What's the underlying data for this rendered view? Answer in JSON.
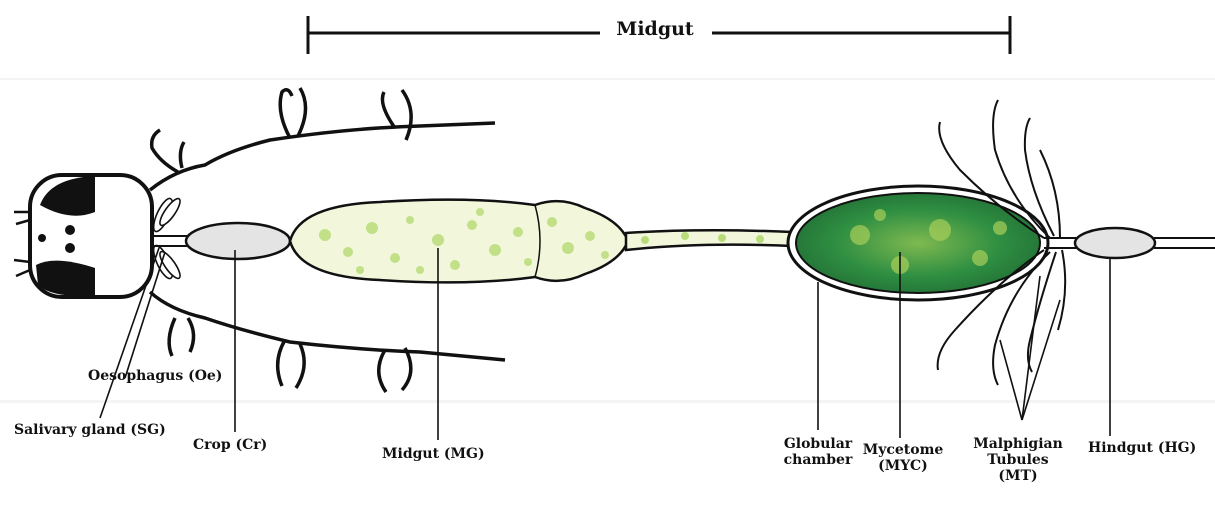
{
  "diagram": {
    "midgut_bracket_label": "Midgut",
    "labels": {
      "oesophagus": "Oesophagus (Oe)",
      "salivary_gland": "Salivary gland (SG)",
      "crop": "Crop (Cr)",
      "midgut": "Midgut (MG)",
      "globular_chamber_1": "Globular",
      "globular_chamber_2": "chamber",
      "mycetome_1": "Mycetome",
      "mycetome_2": "(MYC)",
      "malpighian_1": "Malphigian",
      "malpighian_2": "Tubules",
      "malpighian_3": "(MT)",
      "hindgut": "Hindgut (HG)"
    },
    "colors": {
      "outline": "#111111",
      "crop_fill": "#e4e4e4",
      "midgut_fill": "#f2f7dc",
      "midgut_spots": "#b9dc7a",
      "mycetome_fill": "#2f8f42",
      "mycetome_dark": "#1f6a33",
      "mycetome_light": "#a8cf5a"
    }
  }
}
